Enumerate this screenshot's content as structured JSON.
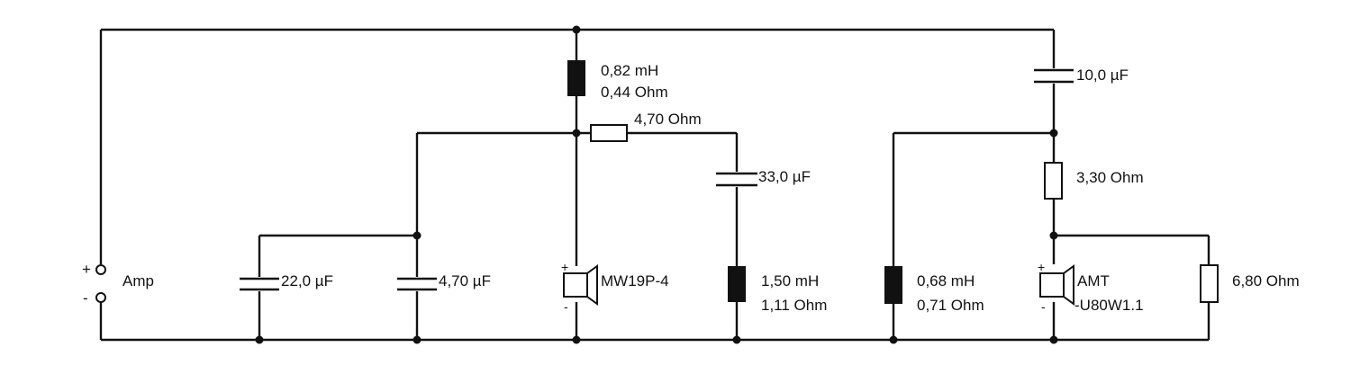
{
  "source": {
    "plus": "+",
    "minus": "-",
    "name": "Amp"
  },
  "woofer": {
    "series_inductor": {
      "value": "0,82 mH",
      "resistance": "0,44 Ohm"
    },
    "shunt_cap_1": "22,0 µF",
    "shunt_cap_2": "4,70 µF",
    "zobel_resistor": "4,70 Ohm",
    "notch_cap": "33,0 µF",
    "notch_inductor": {
      "value": "1,50 mH",
      "resistance": "1,11 Ohm"
    },
    "driver": {
      "plus": "+",
      "minus": "-",
      "name": "MW19P-4"
    }
  },
  "tweeter": {
    "series_cap": "10,0 µF",
    "series_resistor": "3,30 Ohm",
    "shunt_inductor": {
      "value": "0,68 mH",
      "resistance": "0,71 Ohm"
    },
    "driver": {
      "plus": "+",
      "minus": "-",
      "name_line1": "AMT",
      "name_line2": "-U80W1.1"
    },
    "parallel_resistor": "6,80 Ohm"
  }
}
